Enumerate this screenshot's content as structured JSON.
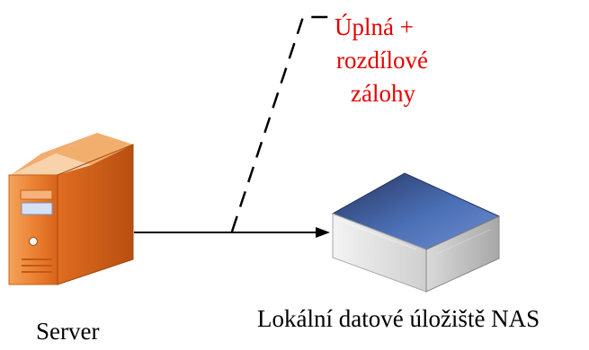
{
  "diagram": {
    "note": {
      "lines": [
        "Úplná +",
        "rozdílové",
        "zálohy"
      ],
      "color": "#e60000"
    },
    "nodes": {
      "server": {
        "label": "Server",
        "icon": "server-tower-icon",
        "color": "#e9782a"
      },
      "nas": {
        "label": "Lokální datové úložiště NAS",
        "icon": "nas-device-icon",
        "color": "#4b6fb5"
      }
    },
    "edges": [
      {
        "from": "server",
        "to": "nas",
        "style": "solid-arrow"
      },
      {
        "from": "connection",
        "to": "note",
        "style": "dashed-leader"
      }
    ]
  }
}
